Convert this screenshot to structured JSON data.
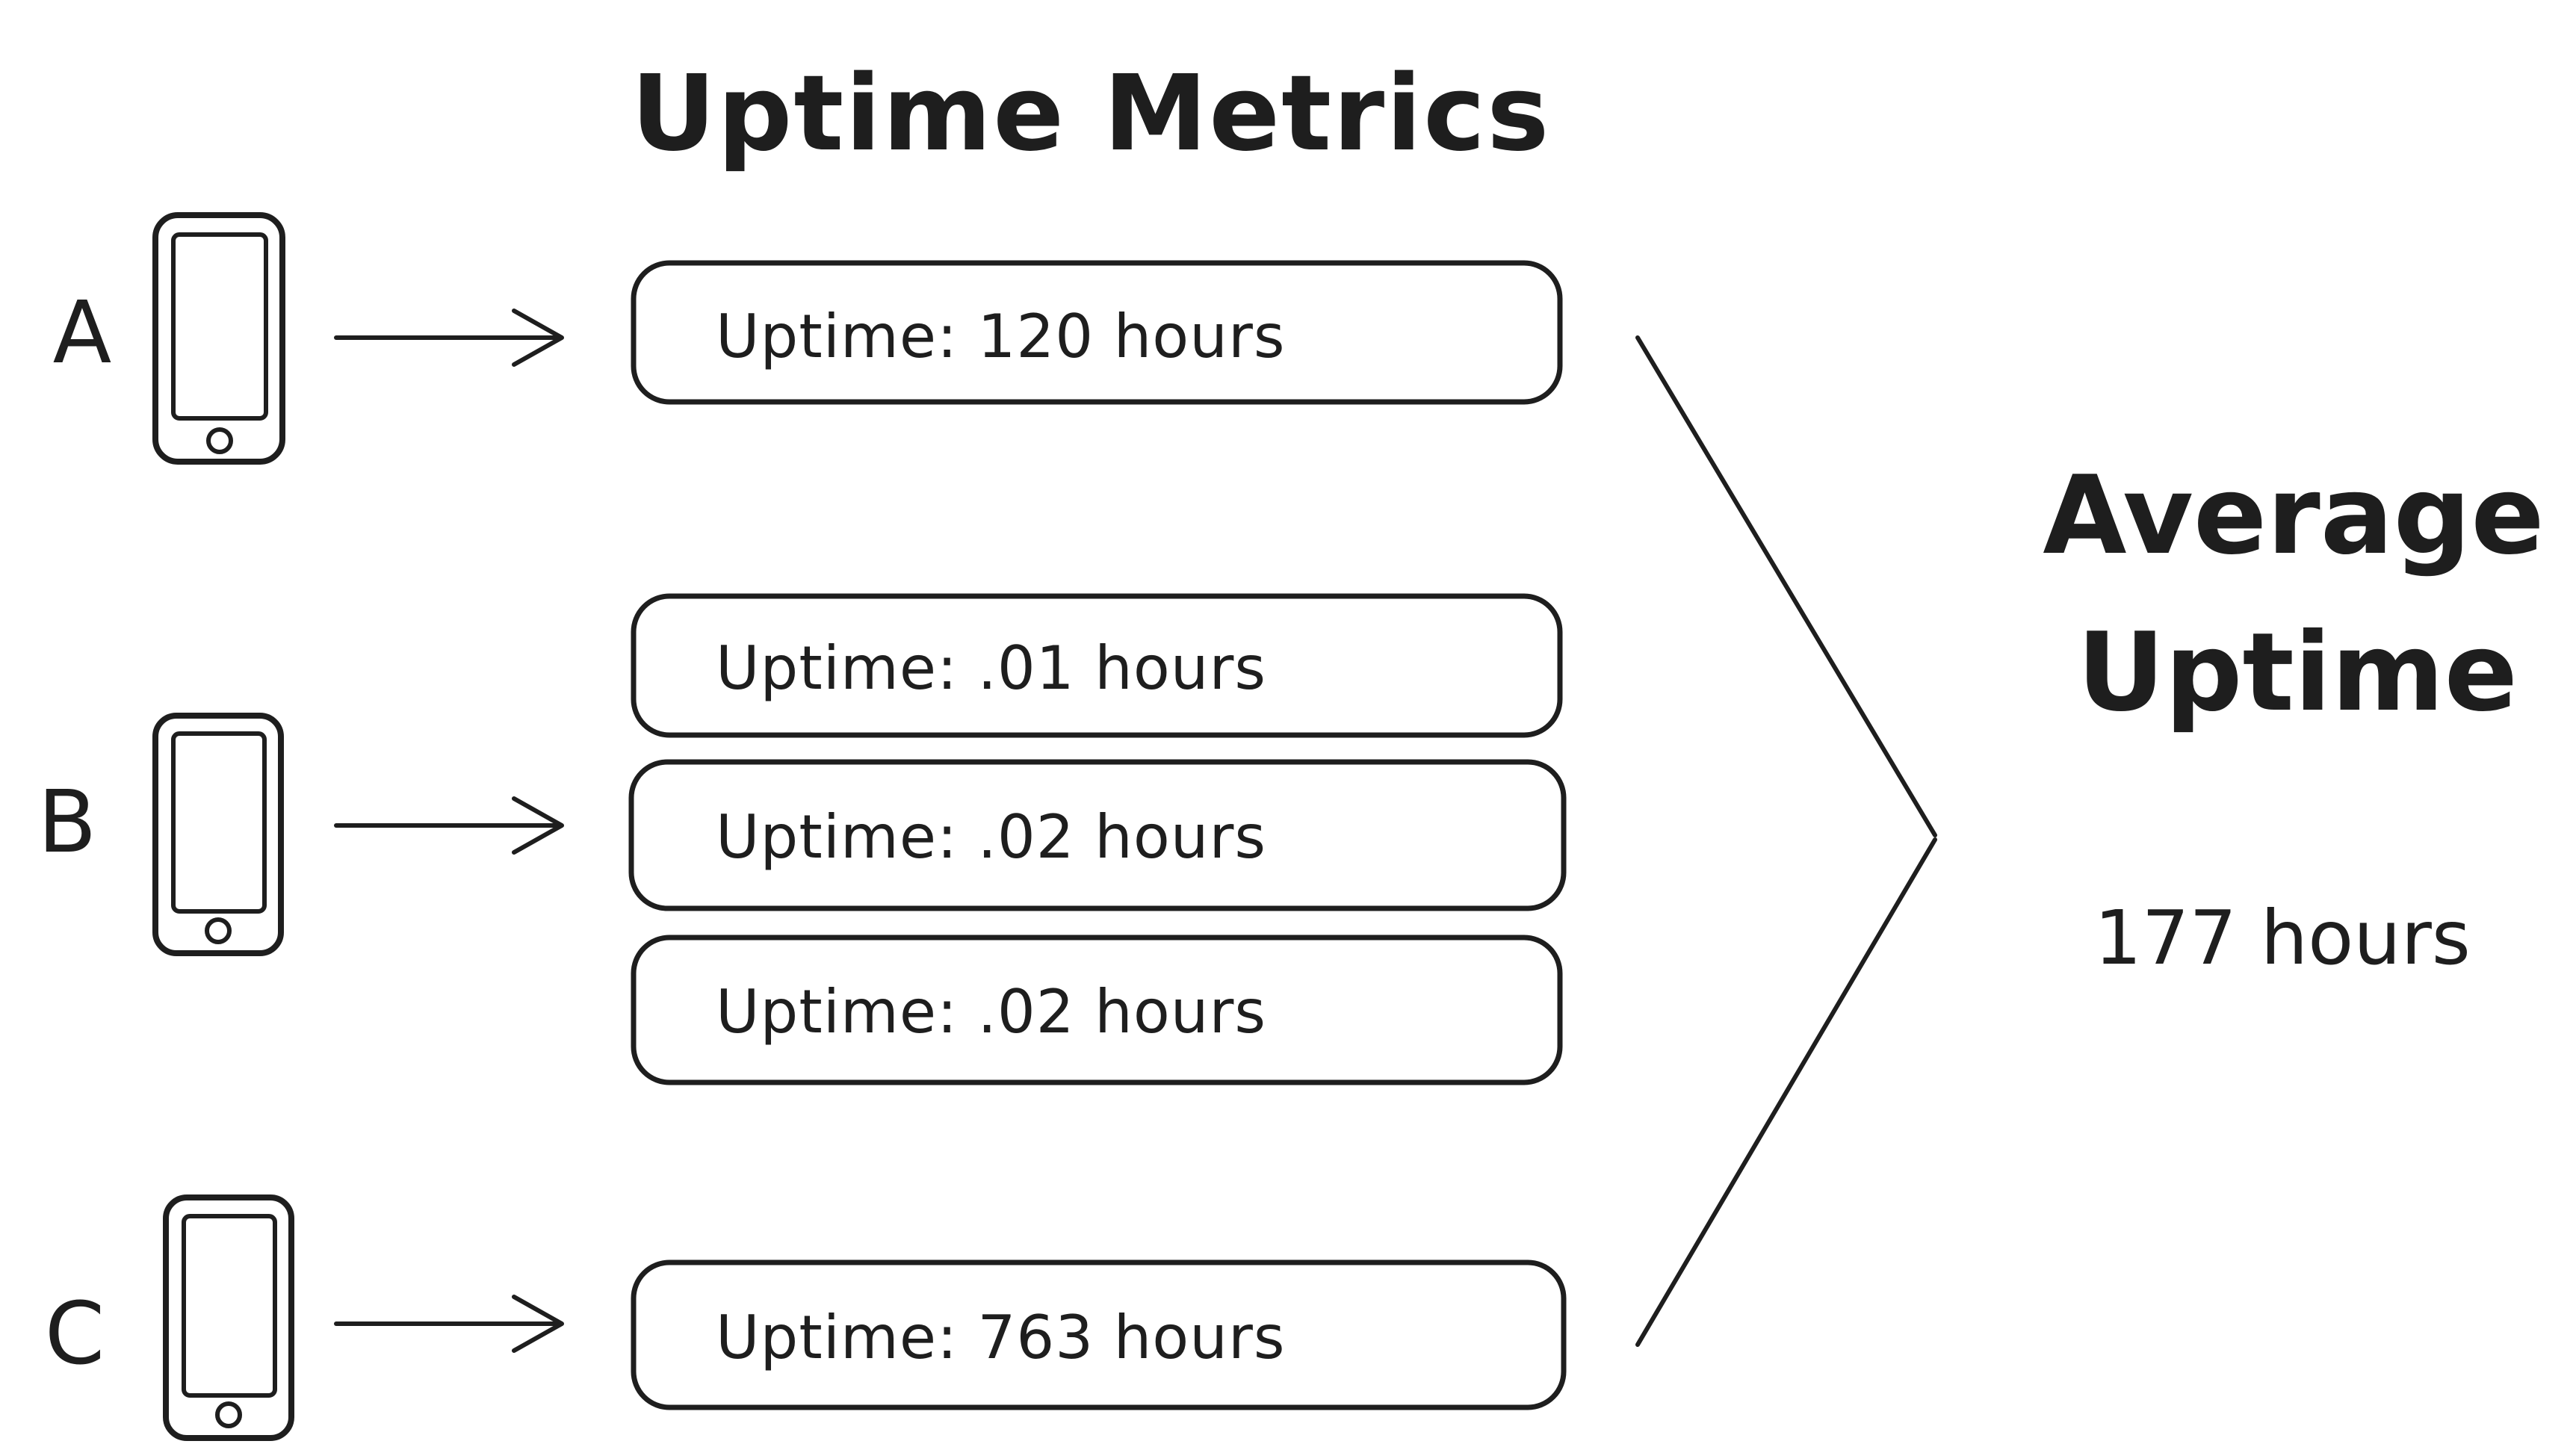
{
  "title": "Uptime Metrics",
  "colors": {
    "accent": "#1971c2",
    "ink": "#1e1e1e",
    "background": "#ffffff"
  },
  "devices": [
    {
      "label": "A",
      "metrics": [
        "Uptime: 120 hours"
      ]
    },
    {
      "label": "B",
      "metrics": [
        "Uptime: .01 hours",
        "Uptime: .02 hours",
        "Uptime: .02 hours"
      ]
    },
    {
      "label": "C",
      "metrics": [
        "Uptime: 763 hours"
      ]
    }
  ],
  "result": {
    "heading_line1": "Average",
    "heading_line2": "Uptime",
    "value": "177 hours"
  }
}
